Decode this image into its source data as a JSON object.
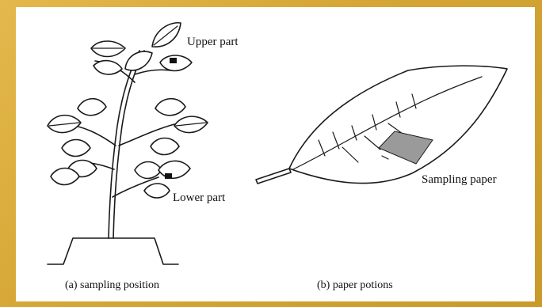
{
  "figure": {
    "plant": {
      "upper_label": "Upper part",
      "lower_label": "Lower part",
      "caption": "(a) sampling position"
    },
    "leaf": {
      "paper_label": "Sampling paper",
      "caption": "(b) paper potions"
    }
  },
  "colors": {
    "border": "#d6a736",
    "ink": "#1a1a1a",
    "paper_fill": "#9a9a9a"
  }
}
